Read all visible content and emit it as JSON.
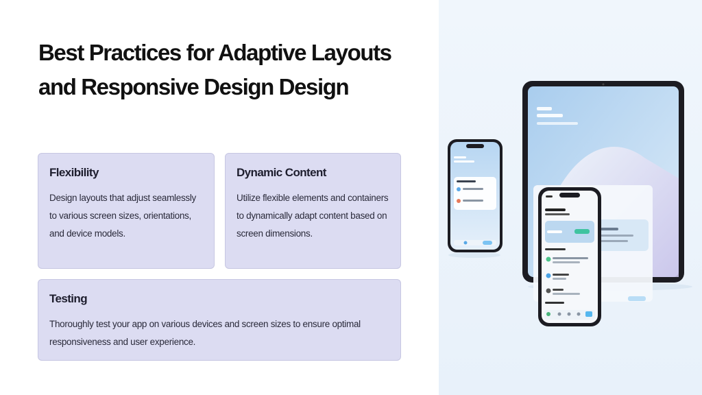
{
  "slide": {
    "title": "Best Practices for Adaptive Layouts and Responsive Design Design"
  },
  "cards": {
    "flexibility": {
      "title": "Flexibility",
      "body": "Design layouts that adjust seamlessly to various screen sizes, orientations, and device models."
    },
    "dynamic_content": {
      "title": "Dynamic Content",
      "body": "Utilize flexible elements and containers to dynamically adapt content based on screen dimensions."
    },
    "testing": {
      "title": "Testing",
      "body": "Thoroughly test your app on various devices and screen sizes to ensure optimal responsiveness and user experience."
    }
  },
  "colors": {
    "card_fill": "#dcdcf2",
    "card_border": "#c6c6e2",
    "hero_background": "#eaf2fb"
  }
}
